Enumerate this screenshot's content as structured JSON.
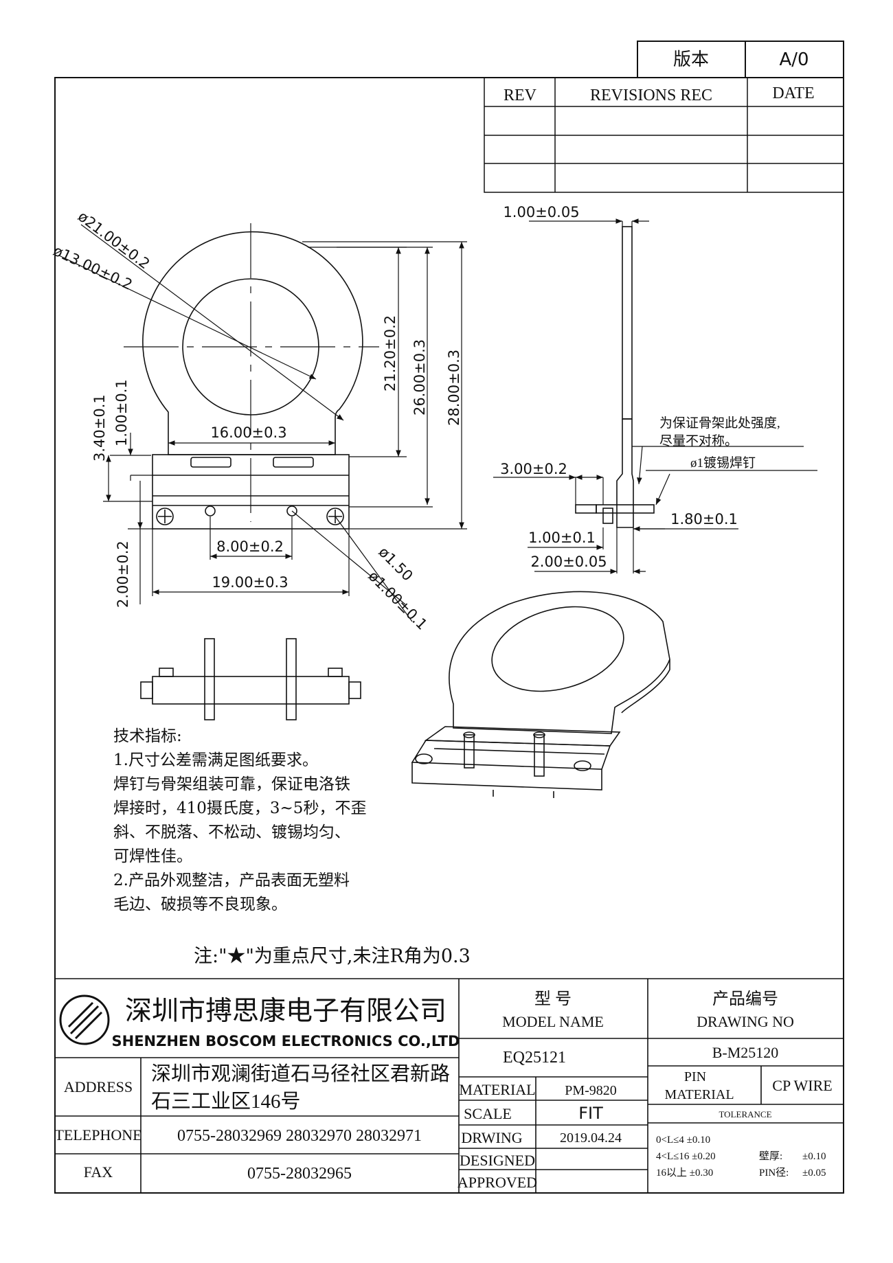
{
  "version_box": {
    "label": "版本",
    "value": "A/0"
  },
  "revision_table": {
    "rev": "REV",
    "revisions": "REVISIONS REC",
    "date": "DATE"
  },
  "front_view_dims": {
    "outer_dia": "ø21.00±0.2",
    "inner_dia": "ø13.00±0.2",
    "h_21": "21.20±0.2",
    "h_26": "26.00±0.3",
    "h_28": "28.00±0.3",
    "w_16": "16.00±0.3",
    "h_1": "1.00±0.1",
    "h_34": "3.40±0.1",
    "h_2": "2.00±0.2",
    "w_8": "8.00±0.2",
    "w_19": "19.00±0.3",
    "hole_15": "ø1.50",
    "pin_1": "ø1.00±0.1"
  },
  "side_view_dims": {
    "top_w": "1.00±0.05",
    "note1": "为保证骨架此处强度,",
    "note2": "尽量不对称。",
    "pin_note": "ø1镀锡焊钉",
    "w_3": "3.00±0.2",
    "w_18": "1.80±0.1",
    "w_1": "1.00±0.1",
    "w_2": "2.00±0.05"
  },
  "tech_notes": {
    "title": "技术指标:",
    "lines": [
      "1.尺寸公差需满足图纸要求。",
      "焊钉与骨架组装可靠，保证电洛铁",
      "焊接时，410摄氏度，3~5秒，不歪",
      "斜、不脱落、不松动、镀锡均匀、",
      "可焊性佳。",
      "2.产品外观整洁，产品表面无塑料",
      "毛边、破损等不良现象。"
    ]
  },
  "note_star": "注:\"★\"为重点尺寸,未注R角为0.3",
  "title_block": {
    "company_cn": "深圳市搏思康电子有限公司",
    "company_en": "SHENZHEN BOSCOM ELECTRONICS CO.,LTD",
    "address_label": "ADDRESS",
    "address_line1": "深圳市观澜街道石马径社区君新路",
    "address_line2": "石三工业区146号",
    "telephone_label": "TELEPHONE",
    "telephone": "0755-28032969 28032970 28032971",
    "fax_label": "FAX",
    "fax": "0755-28032965",
    "model_cn": "型    号",
    "model_en": "MODEL NAME",
    "model_value": "EQ25121",
    "drawing_cn": "产品编号",
    "drawing_en": "DRAWING NO",
    "drawing_value": "B-M25120",
    "material_label": "MATERIAL",
    "material_value": "PM-9820",
    "scale_label": "SCALE",
    "scale_value": "FIT",
    "drwing_label": "DRWING",
    "drwing_value": "2019.04.24",
    "designed_label": "DESIGNED",
    "approved_label": "APPROVED",
    "pin_label": "PIN",
    "pin_material_label": "MATERIAL",
    "pin_material_value": "CP WIRE",
    "tolerance_label": "TOLERANCE",
    "tol_1": "0<L≤4  ±0.10",
    "tol_2": "4<L≤16  ±0.20",
    "tol_3": "16以上     ±0.30",
    "wall_label": "壁厚:",
    "wall_value": "±0.10",
    "pin_dia_label": "PIN径:",
    "pin_dia_value": "±0.05"
  }
}
